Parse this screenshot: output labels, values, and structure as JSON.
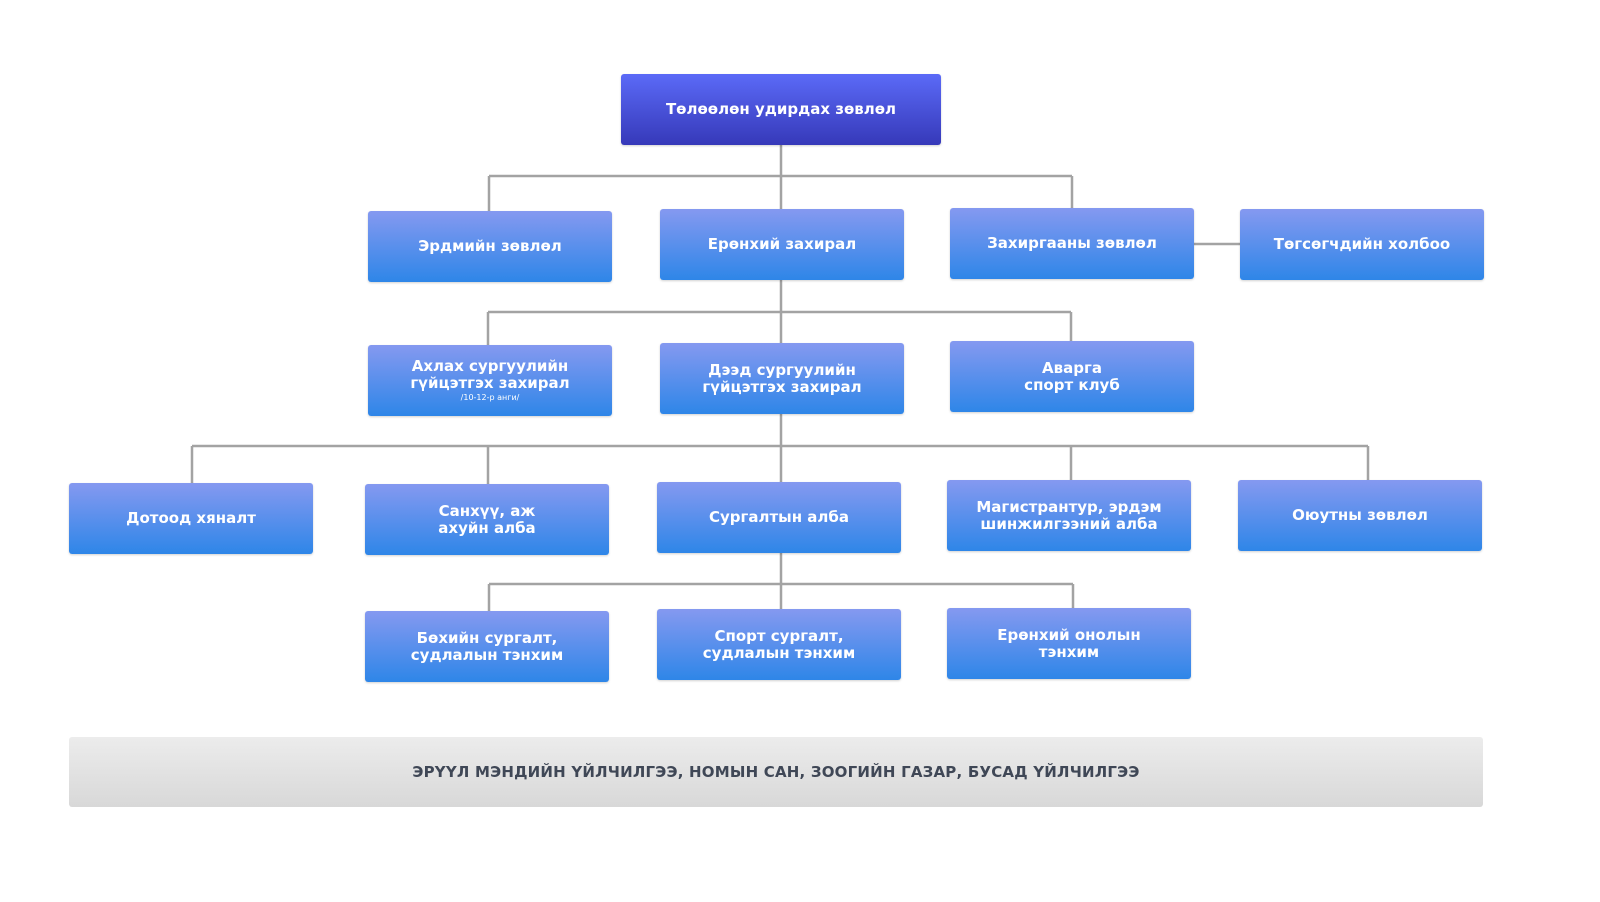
{
  "nodes": {
    "board": {
      "label": "Төлөөлөн удирдах зөвлөл"
    },
    "academic_council": {
      "label": "Эрдмийн зөвлөл"
    },
    "rector": {
      "label": "Ерөнхий захирал"
    },
    "admin_council": {
      "label": "Захиргааны зөвлөл"
    },
    "alumni": {
      "label": "Төгсөгчдийн холбоо"
    },
    "high_school_director": {
      "line1": "Ахлах сургуулийн",
      "line2": "гүйцэтгэх захирал",
      "note": "/10-12-р анги/"
    },
    "university_director": {
      "line1": "Дээд сургуулийн",
      "line2": "гүйцэтгэх захирал"
    },
    "sport_club": {
      "line1": "Аварга",
      "line2": "спорт клуб"
    },
    "internal_audit": {
      "label": "Дотоод хяналт"
    },
    "finance": {
      "line1": "Санхүү, аж",
      "line2": "ахуйн алба"
    },
    "training": {
      "label": "Сургалтын алба"
    },
    "masters": {
      "line1": "Магистрантур, эрдэм",
      "line2": "шинжилгээний алба"
    },
    "student_council": {
      "label": "Оюутны зөвлөл"
    },
    "wrestling_dept": {
      "line1": "Бөхийн сургалт,",
      "line2": "судлалын тэнхим"
    },
    "sport_dept": {
      "line1": "Спорт сургалт,",
      "line2": "судлалын тэнхим"
    },
    "theory_dept": {
      "line1": "Ерөнхий онолын",
      "line2": "тэнхим"
    }
  },
  "footer": {
    "label": "ЭРҮҮЛ МЭНДИЙН ҮЙЛЧИЛГЭЭ, НОМЫН САН, ЗООГИЙН ГАЗАР, БУСАД ҮЙЛЧИЛГЭЭ"
  },
  "colors": {
    "connector": "#a3a3a3",
    "node_top": "#8599f0",
    "node_bottom": "#2e86e8",
    "root_top": "#5b6af7",
    "root_bottom": "#3639b9",
    "footer_text": "#3f4756"
  }
}
